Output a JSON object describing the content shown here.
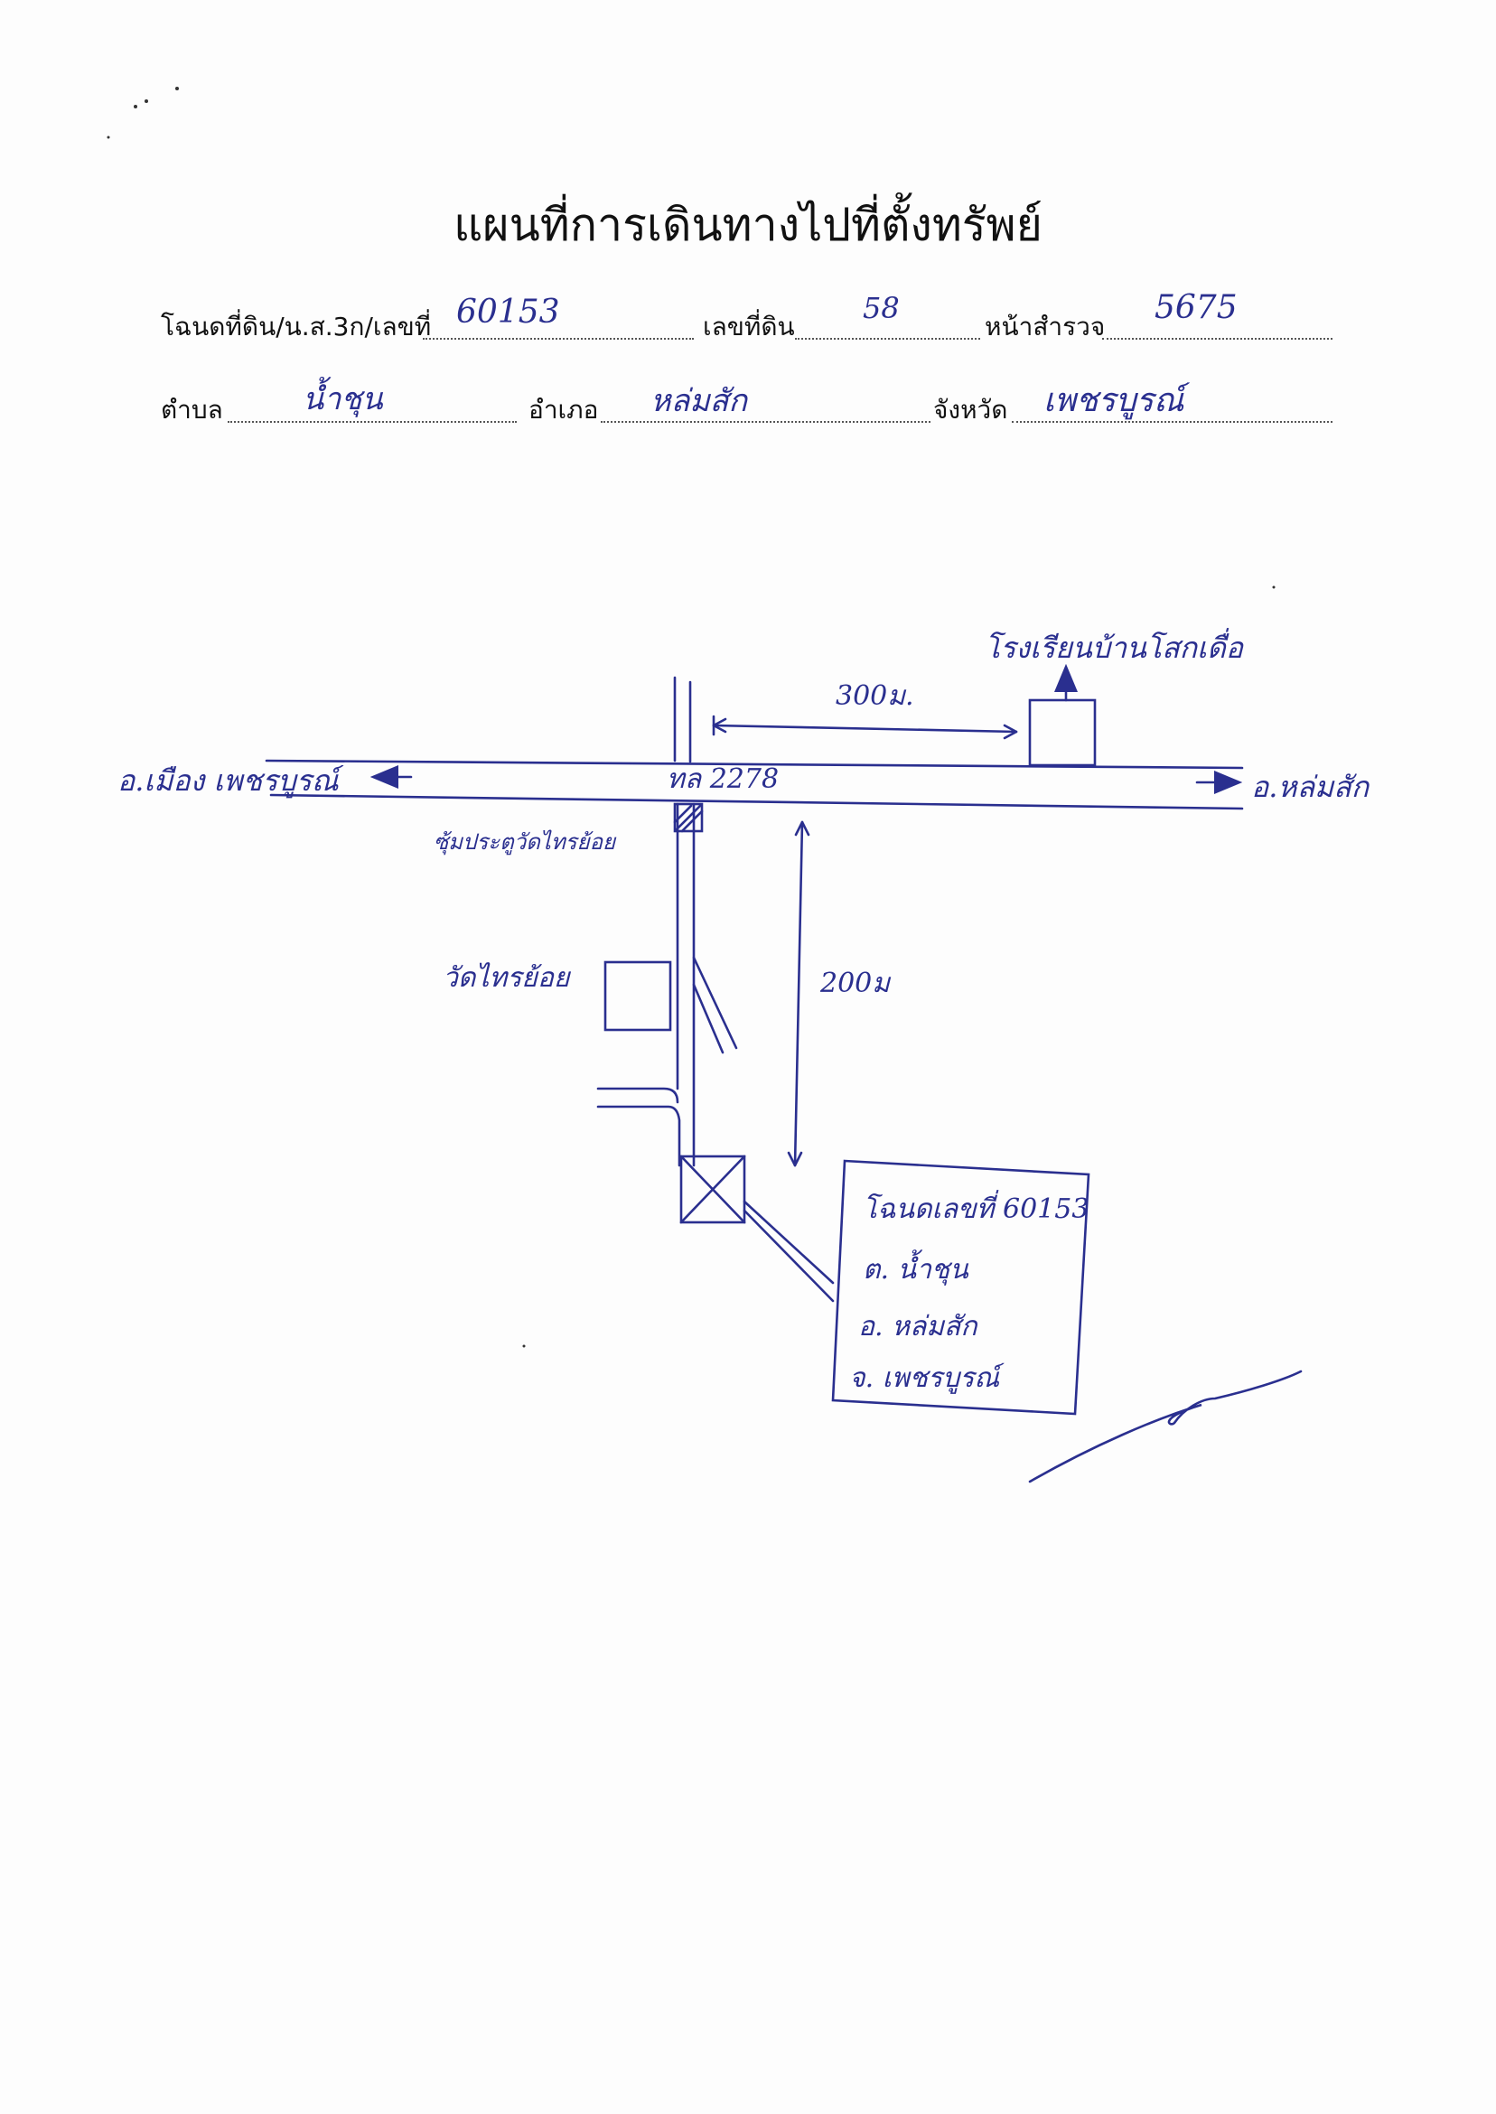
{
  "title": "แผนที่การเดินทางไปที่ตั้งทรัพย์",
  "form": {
    "deed_label": "โฉนดที่ดิน/น.ส.3ก/เลขที่",
    "deed_value": "60153",
    "land_no_label": "เลขที่ดิน",
    "land_no_value": "58",
    "survey_page_label": "หน้าสำรวจ",
    "survey_page_value": "5675",
    "subdistrict_label": "ตำบล",
    "subdistrict_value": "น้ำชุน",
    "district_label": "อำเภอ",
    "district_value": "หล่มสัก",
    "province_label": "จังหวัด",
    "province_value": "เพชรบูรณ์"
  },
  "map": {
    "left_direction": "อ.เมือง เพชรบูรณ์",
    "right_direction": "อ.หล่มสัก",
    "highway_label": "ทล 2278",
    "distance_horizontal": "300ม.",
    "distance_vertical": "200ม",
    "school_label": "โรงเรียนบ้านโสกเดื่อ",
    "alley_label": "ซุ้มประตูวัดไทรย้อย",
    "temple_label": "วัดไทรย้อย",
    "callout_line1": "โฉนดเลขที่ 60153",
    "callout_line2": "ต. น้ำชุน",
    "callout_line3": "อ. หล่มสัก",
    "callout_line4": "จ. เพชรบูรณ์"
  },
  "colors": {
    "ink": "#2a2f8f",
    "print": "#111111"
  },
  "icons": {
    "signature": "signature-mark"
  }
}
